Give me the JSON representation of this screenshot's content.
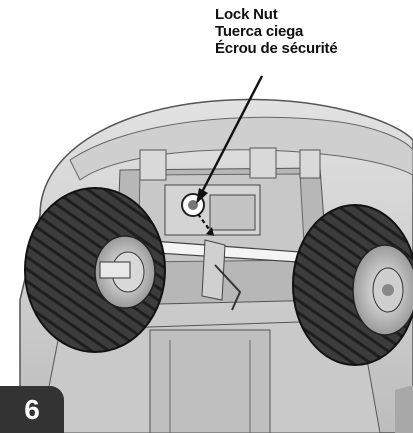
{
  "callout": {
    "label_en": "Lock Nut",
    "label_es": "Tuerca ciega",
    "label_fr": "Écrou de sécurité"
  },
  "step": {
    "number": "6"
  },
  "colors": {
    "badge": "#333333",
    "body_plastic": "#d2d2d2",
    "tire": "#3a3a3a"
  },
  "icons": [
    "lock-nut-icon",
    "leader-arrow-icon"
  ]
}
